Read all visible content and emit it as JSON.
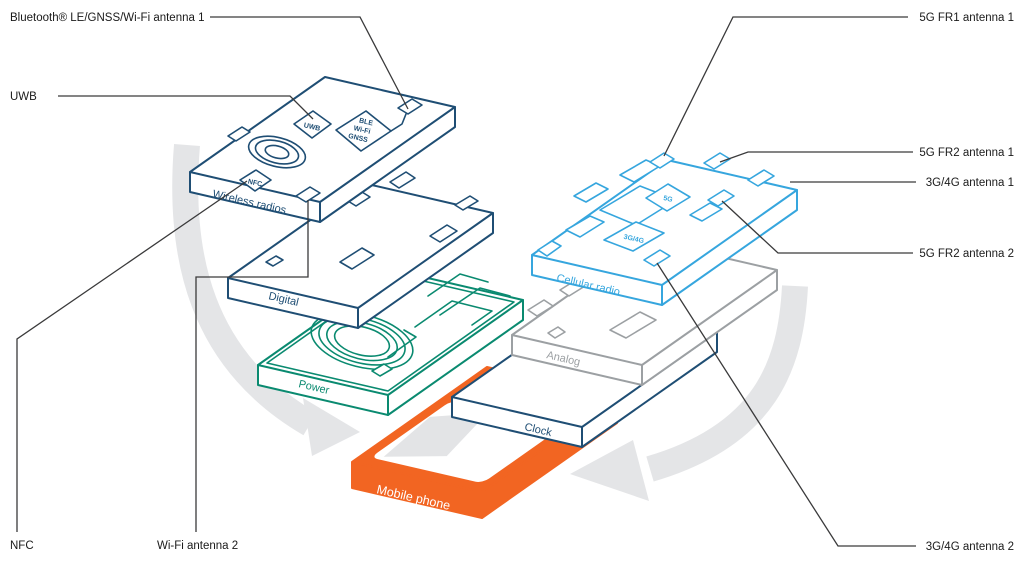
{
  "figure": {
    "description": "Exploded view of mobile phone circuit board stack with antenna callouts",
    "background": "#FFFFFF",
    "colors": {
      "navy_board": "#1F4E74",
      "teal_board": "#0A8A70",
      "light_blue_board": "#36A6DE",
      "gray_board": "#9CA0A3",
      "orange_phone": "#F26522",
      "cycle_arrow_gray": "#E4E5E7",
      "callout_line": "#3A3A3B",
      "label_text": "#1A1A1A"
    },
    "boards": {
      "wireless": {
        "label": "Wireless radios",
        "chips": {
          "uwb": "UWB",
          "ble": {
            "lines": [
              "BLE",
              "Wi-Fi",
              "GNSS"
            ]
          },
          "nfc": "NFC"
        }
      },
      "digital": {
        "label": "Digital"
      },
      "power": {
        "label": "Power"
      },
      "phone": {
        "label": "Mobile phone"
      },
      "cellular": {
        "label": "Cellular radio",
        "chips": {
          "fiveg": "5G",
          "lte": "3G/4G"
        }
      },
      "analog": {
        "label": "Analog"
      },
      "clock": {
        "label": "Clock"
      }
    },
    "callouts": {
      "bt_antenna1": "Bluetooth® LE/GNSS/Wi-Fi antenna 1",
      "uwb": "UWB",
      "nfc": "NFC",
      "wifi_antenna2": "Wi-Fi antenna 2",
      "fr1_antenna1": "5G FR1 antenna 1",
      "fr2_antenna1": "5G FR2 antenna 1",
      "g34_antenna1": "3G/4G antenna 1",
      "fr2_antenna2": "5G FR2 antenna 2",
      "g34_antenna2": "3G/4G antenna 2"
    }
  }
}
